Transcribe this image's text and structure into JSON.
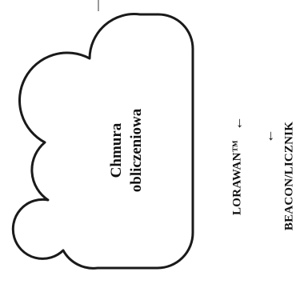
{
  "diagram": {
    "cloud": {
      "line1": "Chmura",
      "line2": "obliczeniowa"
    },
    "arrow_symbol": "←",
    "lorawan_label": "LORAWAN™",
    "beacon_label": "BEACON/LICZNIK",
    "colors": {
      "stroke": "#1a1a1a",
      "text": "#111111",
      "background": "#ffffff"
    }
  }
}
